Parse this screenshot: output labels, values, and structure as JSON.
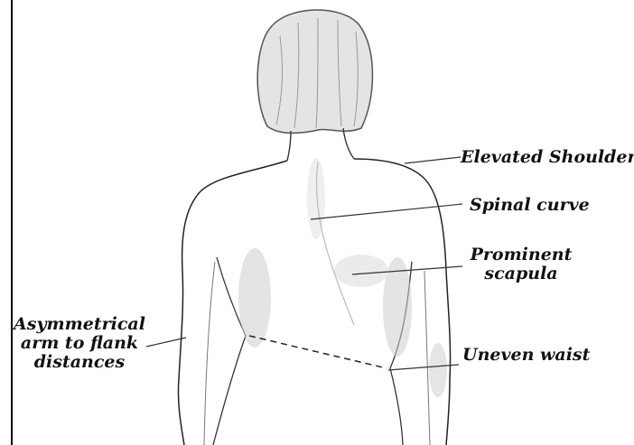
{
  "figure": {
    "colors": {
      "ink": "#1a1a1a",
      "hair": "#9a9a9a",
      "shade": "#d8d8d8",
      "background": "#ffffff"
    }
  },
  "labels": {
    "elevated_shoulder": "Elevated Shoulder",
    "spinal_curve": "Spinal curve",
    "prominent_scapula_line1": "Prominent",
    "prominent_scapula_line2": "scapula",
    "uneven_waist": "Uneven waist",
    "asymmetrical_line1": "Asymmetrical",
    "asymmetrical_line2": "arm to flank",
    "asymmetrical_line3": "distances"
  }
}
